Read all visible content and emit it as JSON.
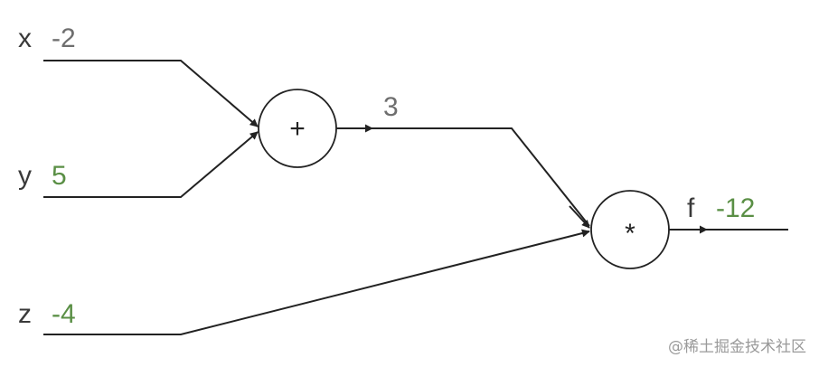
{
  "colors": {
    "line": "#222222",
    "value_green": "#5a8f45",
    "value_gray": "#6e6e6e",
    "watermark": "#9a9a9a"
  },
  "inputs": {
    "x": {
      "name": "x",
      "value": "-2"
    },
    "y": {
      "name": "y",
      "value": "5"
    },
    "z": {
      "name": "z",
      "value": "-4"
    }
  },
  "nodes": {
    "add": {
      "symbol": "+",
      "output_value": "3"
    },
    "mul": {
      "symbol": "*"
    }
  },
  "output": {
    "name": "f",
    "value": "-12"
  },
  "watermark": "@稀土掘金技术社区"
}
